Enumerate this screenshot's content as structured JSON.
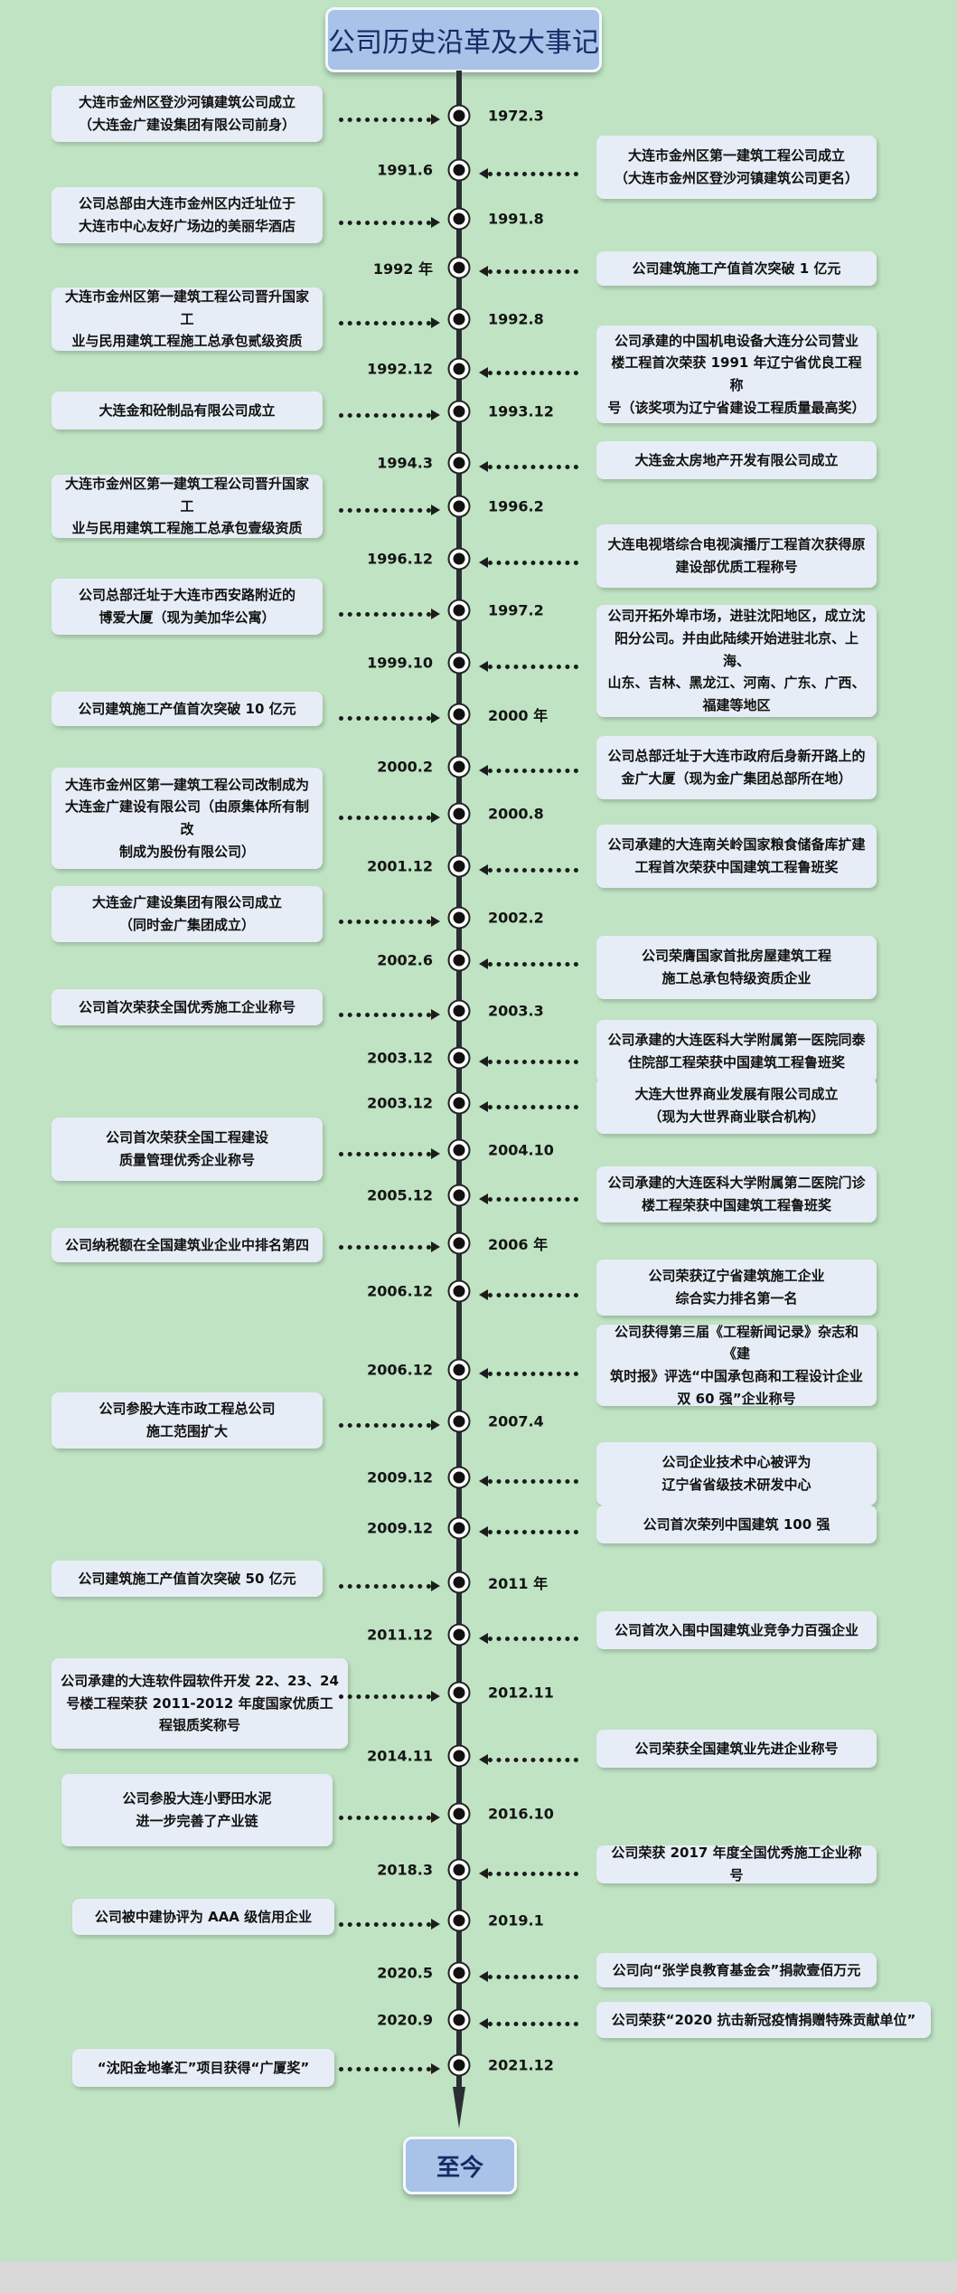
{
  "title": "公司历史沿革及大事记",
  "end_label": "至今",
  "events": [
    {
      "date": "1972.3",
      "text": "大连市金州区登沙河镇建筑公司成立\n（大连金广建设集团有限公司前身）",
      "side": "left"
    },
    {
      "date": "1991.6",
      "text": "大连市金州区第一建筑工程公司成立\n（大连市金州区登沙河镇建筑公司更名）",
      "side": "right"
    },
    {
      "date": "1991.8",
      "text": "公司总部由大连市金州区内迁址位于\n大连市中心友好广场边的美丽华酒店",
      "side": "left"
    },
    {
      "date": "1992 年",
      "text": "公司建筑施工产值首次突破 1 亿元",
      "side": "right"
    },
    {
      "date": "1992.8",
      "text": "大连市金州区第一建筑工程公司晋升国家工\n业与民用建筑工程施工总承包贰级资质",
      "side": "left"
    },
    {
      "date": "1992.12",
      "text": "公司承建的中国机电设备大连分公司营业\n楼工程首次荣获 1991 年辽宁省优良工程称\n号（该奖项为辽宁省建设工程质量最高奖）",
      "side": "right"
    },
    {
      "date": "1993.12",
      "text": "大连金和砼制品有限公司成立",
      "side": "left"
    },
    {
      "date": "1994.3",
      "text": "大连金太房地产开发有限公司成立",
      "side": "right"
    },
    {
      "date": "1996.2",
      "text": "大连市金州区第一建筑工程公司晋升国家工\n业与民用建筑工程施工总承包壹级资质",
      "side": "left"
    },
    {
      "date": "1996.12",
      "text": "大连电视塔综合电视演播厅工程首次获得原\n建设部优质工程称号",
      "side": "right"
    },
    {
      "date": "1997.2",
      "text": "公司总部迁址于大连市西安路附近的\n博爱大厦（现为美加华公寓）",
      "side": "left"
    },
    {
      "date": "1999.10",
      "text": "公司开拓外埠市场，进驻沈阳地区，成立沈\n阳分公司。并由此陆续开始进驻北京、上海、\n山东、吉林、黑龙江、河南、广东、广西、\n福建等地区",
      "side": "right"
    },
    {
      "date": "2000 年",
      "text": "公司建筑施工产值首次突破 10 亿元",
      "side": "left"
    },
    {
      "date": "2000.2",
      "text": "公司总部迁址于大连市政府后身新开路上的\n金广大厦（现为金广集团总部所在地）",
      "side": "right"
    },
    {
      "date": "2000.8",
      "text": "大连市金州区第一建筑工程公司改制成为\n大连金广建设有限公司（由原集体所有制改\n制成为股份有限公司）",
      "side": "left"
    },
    {
      "date": "2001.12",
      "text": "公司承建的大连南关岭国家粮食储备库扩建\n工程首次荣获中国建筑工程鲁班奖",
      "side": "right"
    },
    {
      "date": "2002.2",
      "text": "大连金广建设集团有限公司成立\n（同时金广集团成立）",
      "side": "left"
    },
    {
      "date": "2002.6",
      "text": "公司荣膺国家首批房屋建筑工程\n施工总承包特级资质企业",
      "side": "right"
    },
    {
      "date": "2003.3",
      "text": "公司首次荣获全国优秀施工企业称号",
      "side": "left"
    },
    {
      "date": "2003.12",
      "text": "公司承建的大连医科大学附属第一医院同泰\n住院部工程荣获中国建筑工程鲁班奖",
      "side": "right"
    },
    {
      "date": "2003.12",
      "text": "大连大世界商业发展有限公司成立\n（现为大世界商业联合机构）",
      "side": "right"
    },
    {
      "date": "2004.10",
      "text": "公司首次荣获全国工程建设\n质量管理优秀企业称号",
      "side": "left"
    },
    {
      "date": "2005.12",
      "text": "公司承建的大连医科大学附属第二医院门诊\n楼工程荣获中国建筑工程鲁班奖",
      "side": "right"
    },
    {
      "date": "2006 年",
      "text": "公司纳税额在全国建筑业企业中排名第四",
      "side": "left"
    },
    {
      "date": "2006.12",
      "text": "公司荣获辽宁省建筑施工企业\n综合实力排名第一名",
      "side": "right"
    },
    {
      "date": "2006.12",
      "text": "公司获得第三届《工程新闻记录》杂志和《建\n筑时报》评选“中国承包商和工程设计企业\n双 60 强”企业称号",
      "side": "right"
    },
    {
      "date": "2007.4",
      "text": "公司参股大连市政工程总公司\n施工范围扩大",
      "side": "left"
    },
    {
      "date": "2009.12",
      "text": "公司企业技术中心被评为\n辽宁省省级技术研发中心",
      "side": "right"
    },
    {
      "date": "2009.12",
      "text": "公司首次荣列中国建筑 100 强",
      "side": "right"
    },
    {
      "date": "2011 年",
      "text": "公司建筑施工产值首次突破 50 亿元",
      "side": "left"
    },
    {
      "date": "2011.12",
      "text": "公司首次入围中国建筑业竞争力百强企业",
      "side": "right"
    },
    {
      "date": "2012.11",
      "text": "公司承建的大连软件园软件开发 22、23、24\n号楼工程荣获 2011-2012 年度国家优质工\n程银质奖称号",
      "side": "left"
    },
    {
      "date": "2014.11",
      "text": "公司荣获全国建筑业先进企业称号",
      "side": "right"
    },
    {
      "date": "2016.10",
      "text": "公司参股大连小野田水泥\n进一步完善了产业链",
      "side": "left"
    },
    {
      "date": "2018.3",
      "text": "公司荣获 2017 年度全国优秀施工企业称号",
      "side": "right"
    },
    {
      "date": "2019.1",
      "text": "公司被中建协评为 AAA 级信用企业",
      "side": "left"
    },
    {
      "date": "2020.5",
      "text": "公司向“张学良教育基金会”捐款壹佰万元",
      "side": "right"
    },
    {
      "date": "2020.9",
      "text": "公司荣获“2020 抗击新冠疫情捐赠特殊贡献单位”",
      "side": "right"
    },
    {
      "date": "2021.12",
      "text": "“沈阳金地峯汇”项目获得“广厦奖”",
      "side": "left"
    }
  ]
}
